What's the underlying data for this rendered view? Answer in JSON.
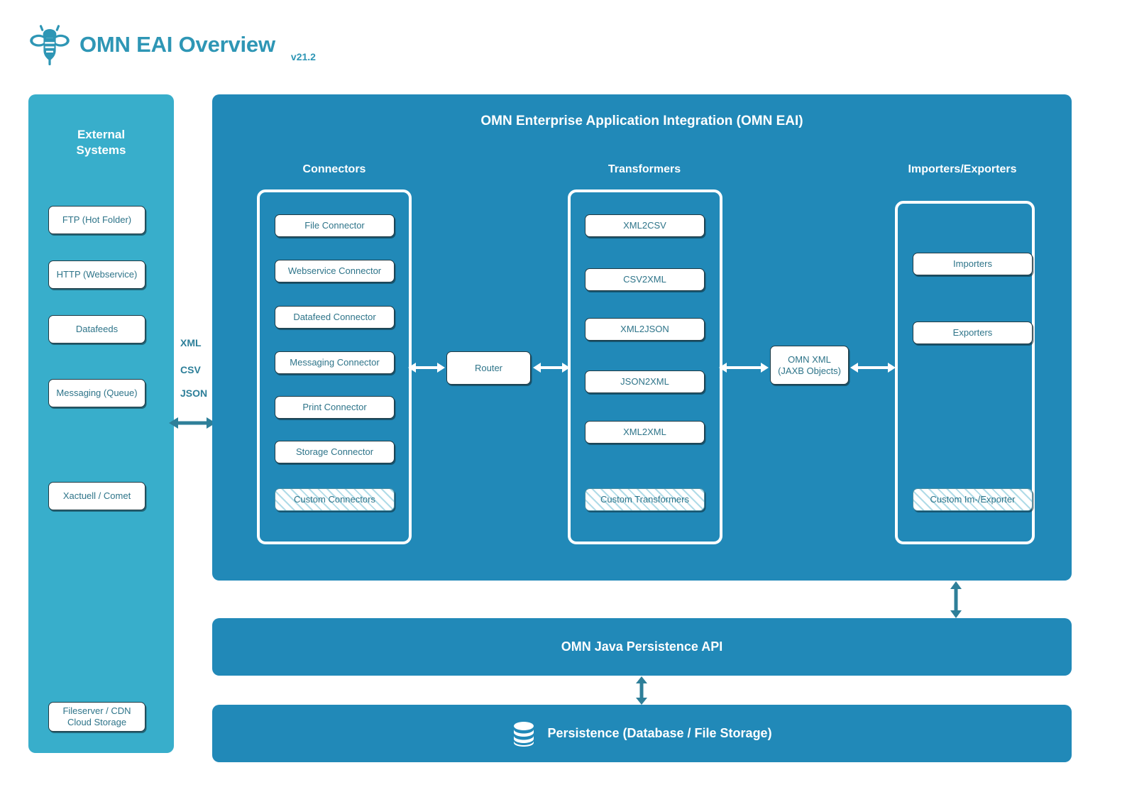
{
  "header": {
    "logo_icon": "bee-icon",
    "title": "OMN EAI Overview",
    "version": "v21.2",
    "brand_color": "#2e96b5"
  },
  "external_systems": {
    "title": "External\nSystems",
    "title_line1": "External",
    "title_line2": "Systems",
    "panel_color": "#38aecb",
    "items": [
      {
        "label": "FTP (Hot Folder)"
      },
      {
        "label": "HTTP (Webservice)"
      },
      {
        "label": "Datafeeds"
      },
      {
        "label": "Messaging (Queue)"
      },
      {
        "label": "Xactuell / Comet"
      },
      {
        "label": "Fileserver / CDN\nCloud Storage",
        "line1": "Fileserver / CDN",
        "line2": "Cloud Storage"
      }
    ]
  },
  "interchange_formats": {
    "items": [
      "XML",
      "CSV",
      "JSON"
    ],
    "color": "#2e7f99"
  },
  "eai": {
    "panel_title": "OMN Enterprise Application Integration (OMN EAI)",
    "panel_color": "#2189b8",
    "columns": [
      {
        "heading": "Connectors",
        "items": [
          {
            "label": "File Connector",
            "hatched": false
          },
          {
            "label": "Webservice Connector",
            "hatched": false
          },
          {
            "label": "Datafeed Connector",
            "hatched": false
          },
          {
            "label": "Messaging Connector",
            "hatched": false
          },
          {
            "label": "Print Connector",
            "hatched": false
          },
          {
            "label": "Storage Connector",
            "hatched": false
          },
          {
            "label": "Custom Connectors",
            "hatched": true
          }
        ]
      },
      {
        "heading": "Transformers",
        "items": [
          {
            "label": "XML2CSV",
            "hatched": false
          },
          {
            "label": "CSV2XML",
            "hatched": false
          },
          {
            "label": "XML2JSON",
            "hatched": false
          },
          {
            "label": "JSON2XML",
            "hatched": false
          },
          {
            "label": "XML2XML",
            "hatched": false
          },
          {
            "label": "Custom Transformers",
            "hatched": true
          }
        ]
      },
      {
        "heading": "Importers/Exporters",
        "items": [
          {
            "label": "Importers",
            "hatched": false
          },
          {
            "label": "Exporters",
            "hatched": false
          },
          {
            "label": "Custom Im-/Exporter",
            "hatched": true
          }
        ]
      }
    ],
    "router": {
      "label": "Router"
    },
    "omn_xml": {
      "line1": "OMN XML",
      "line2": "(JAXB Objects)"
    }
  },
  "persistence_api": {
    "label": "OMN Java Persistence API"
  },
  "persistence": {
    "icon": "database-icon",
    "label": "Persistence (Database / File Storage)"
  }
}
